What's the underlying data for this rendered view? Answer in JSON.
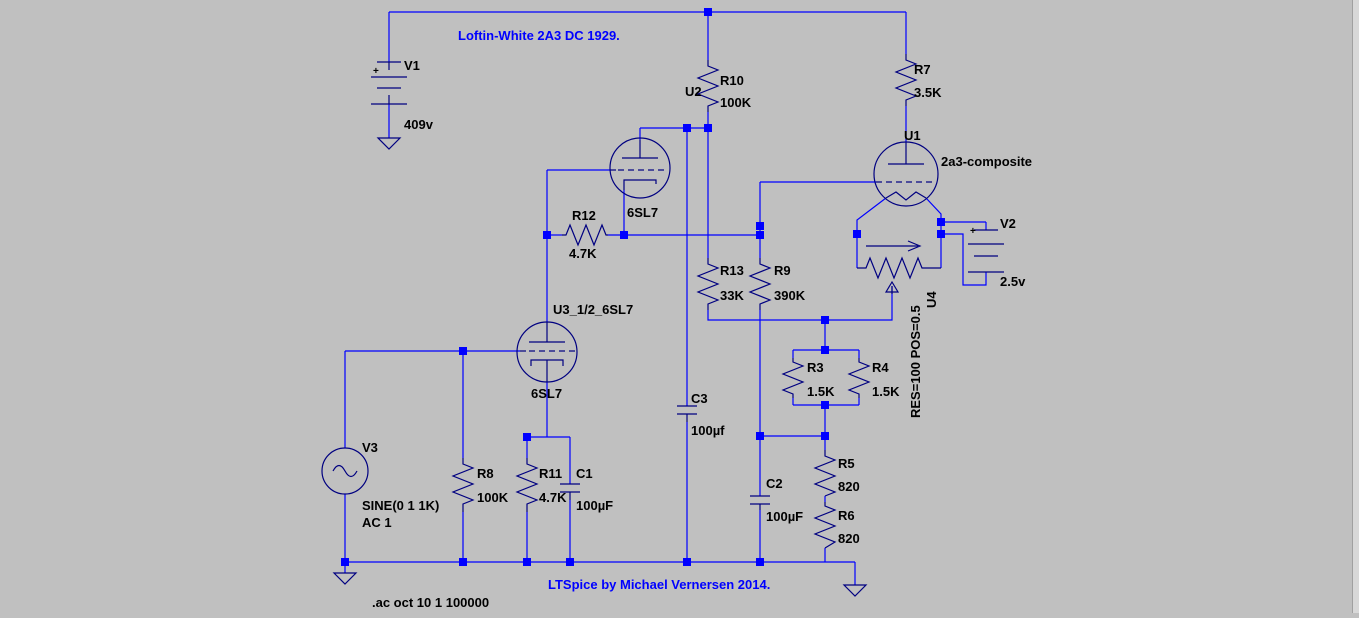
{
  "schematic": {
    "title": "Loftin-White 2A3 DC 1929.",
    "credit": "LTSpice by Michael Vernersen 2014.",
    "directive": ".ac oct 10 1 100000",
    "colors": {
      "background": "#c0c0c0",
      "wire": "#0000ff",
      "component": "#000080",
      "text": "#000000"
    },
    "components": {
      "V1": {
        "name": "V1",
        "value": "409v"
      },
      "V2": {
        "name": "V2",
        "value": "2.5v"
      },
      "V3": {
        "name": "V3",
        "value": "SINE(0 1 1K)",
        "value2": "AC 1"
      },
      "U1": {
        "name": "U1",
        "model": "2a3-composite"
      },
      "U2": {
        "name": "U2",
        "model": "6SL7"
      },
      "U3": {
        "name": "U3_1/2_6SL7",
        "model": "6SL7"
      },
      "U4": {
        "name": "U4",
        "params": "RES=100 POS=0.5"
      },
      "R3": {
        "name": "R3",
        "value": "1.5K"
      },
      "R4": {
        "name": "R4",
        "value": "1.5K"
      },
      "R5": {
        "name": "R5",
        "value": "820"
      },
      "R6": {
        "name": "R6",
        "value": "820"
      },
      "R7": {
        "name": "R7",
        "value": "3.5K"
      },
      "R8": {
        "name": "R8",
        "value": "100K"
      },
      "R9": {
        "name": "R9",
        "value": "390K"
      },
      "R10": {
        "name": "R10",
        "value": "100K"
      },
      "R11": {
        "name": "R11",
        "value": "4.7K"
      },
      "R12": {
        "name": "R12",
        "value": "4.7K"
      },
      "R13": {
        "name": "R13",
        "value": "33K"
      },
      "C1": {
        "name": "C1",
        "value": "100µF"
      },
      "C2": {
        "name": "C2",
        "value": "100µF"
      },
      "C3": {
        "name": "C3",
        "value": "100µf"
      }
    }
  }
}
